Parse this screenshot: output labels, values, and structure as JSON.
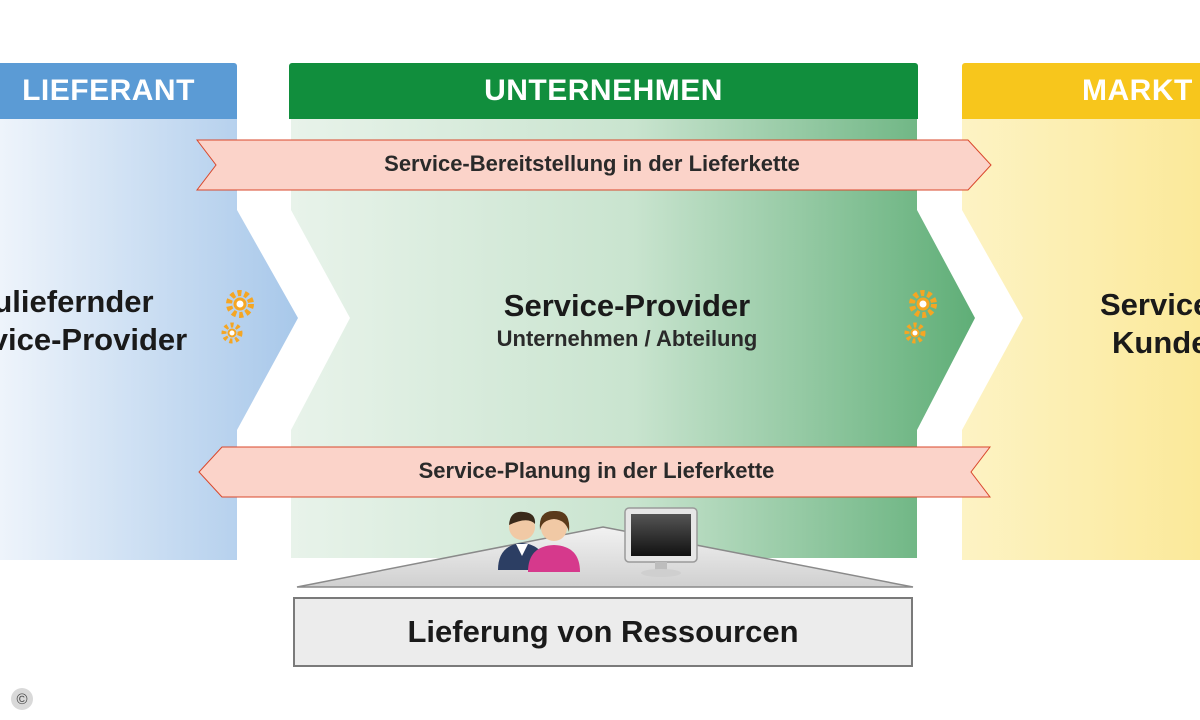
{
  "columns": {
    "lieferant": {
      "header": "LIEFERANT",
      "title_line1": "Zuliefernder",
      "title_line2": "Service-Provider"
    },
    "unternehmen": {
      "header": "UNTERNEHMEN",
      "title": "Service-Provider",
      "subtitle": "Unternehmen / Abteilung"
    },
    "markt": {
      "header": "MARKT",
      "title_line1": "Service-",
      "title_line2": "Kunde"
    }
  },
  "ribbons": {
    "top": "Service-Bereitstellung in der Lieferkette",
    "bottom": "Service-Planung in der Lieferkette"
  },
  "resources": {
    "label": "Lieferung von Ressourcen"
  },
  "copyright": "©",
  "icons": [
    "gear-icon",
    "gear-icon",
    "people-icon",
    "monitor-icon"
  ],
  "colors": {
    "lieferant": "#5b9bd5",
    "unternehmen": "#118e3d",
    "markt": "#f7c61c",
    "ribbon": "#fbd3c9",
    "gear": "#f5a623"
  }
}
